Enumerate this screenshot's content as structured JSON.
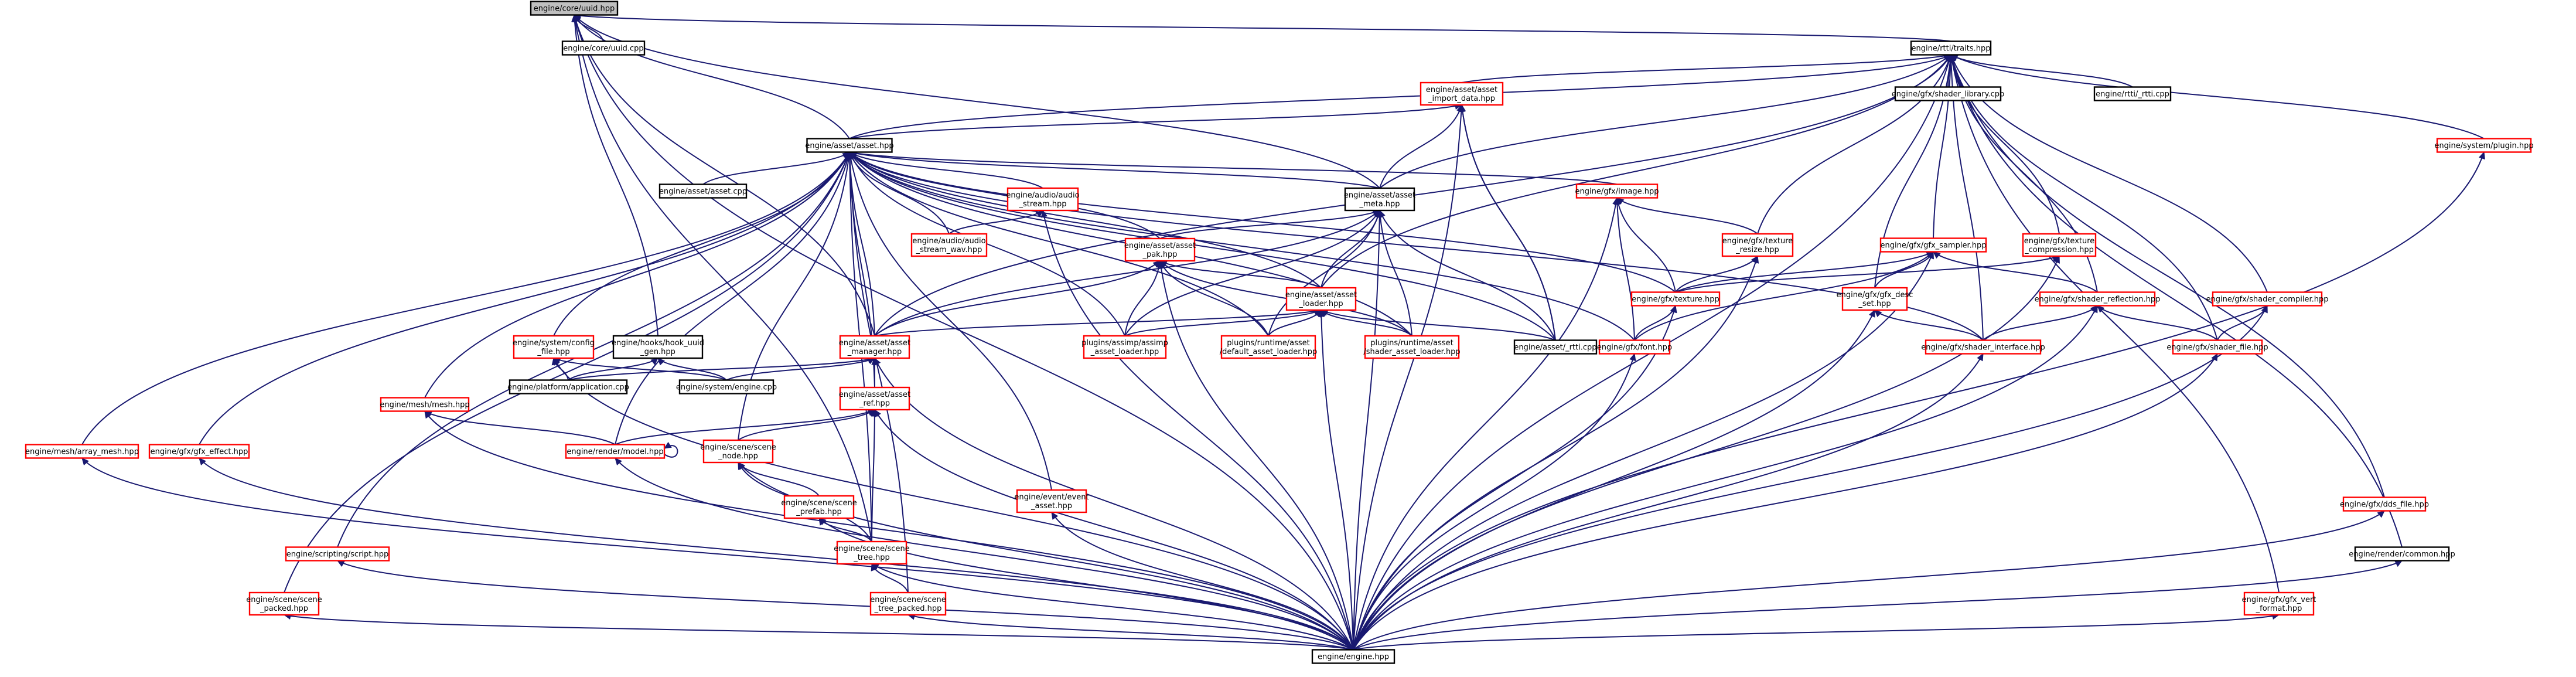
{
  "diagram": {
    "type": "include-dependency-graph",
    "root": "uuid",
    "colors": {
      "edge": "#191970",
      "incomplete_border": "#ff0000",
      "complete_border": "#000000",
      "root_fill": "#bfbfbf"
    },
    "nodes": [
      {
        "id": "uuid",
        "lines": [
          "engine/core/uuid.hpp"
        ],
        "status": "root"
      },
      {
        "id": "uuid_cpp",
        "lines": [
          "engine/core/uuid.cpp"
        ],
        "status": "complete"
      },
      {
        "id": "rtti_traits",
        "lines": [
          "engine/rtti/traits.hpp"
        ],
        "status": "complete"
      },
      {
        "id": "asset_import_data",
        "lines": [
          "engine/asset/asset",
          "_import_data.hpp"
        ],
        "status": "incomplete"
      },
      {
        "id": "shader_library",
        "lines": [
          "engine/gfx/shader_library.cpp"
        ],
        "status": "complete"
      },
      {
        "id": "rtti_cpp",
        "lines": [
          "engine/rtti/_rtti.cpp"
        ],
        "status": "complete"
      },
      {
        "id": "plugin",
        "lines": [
          "engine/system/plugin.hpp"
        ],
        "status": "incomplete"
      },
      {
        "id": "asset",
        "lines": [
          "engine/asset/asset.hpp"
        ],
        "status": "complete"
      },
      {
        "id": "asset_cpp",
        "lines": [
          "engine/asset/asset.cpp"
        ],
        "status": "complete"
      },
      {
        "id": "audio_stream",
        "lines": [
          "engine/audio/audio",
          "_stream.hpp"
        ],
        "status": "incomplete"
      },
      {
        "id": "audio_stream_wav",
        "lines": [
          "engine/audio/audio",
          "_stream_wav.hpp"
        ],
        "status": "incomplete"
      },
      {
        "id": "asset_meta",
        "lines": [
          "engine/asset/asset",
          "_meta.hpp"
        ],
        "status": "complete"
      },
      {
        "id": "gfx_image",
        "lines": [
          "engine/gfx/image.hpp"
        ],
        "status": "incomplete"
      },
      {
        "id": "gfx_texture_resize",
        "lines": [
          "engine/gfx/texture",
          "_resize.hpp"
        ],
        "status": "incomplete"
      },
      {
        "id": "gfx_sampler",
        "lines": [
          "engine/gfx/gfx_sampler.hpp"
        ],
        "status": "incomplete"
      },
      {
        "id": "gfx_texture_compression",
        "lines": [
          "engine/gfx/texture",
          "_compression.hpp"
        ],
        "status": "incomplete"
      },
      {
        "id": "asset_pak",
        "lines": [
          "engine/asset/asset",
          "_pak.hpp"
        ],
        "status": "incomplete"
      },
      {
        "id": "asset_loader",
        "lines": [
          "engine/asset/asset",
          "_loader.hpp"
        ],
        "status": "incomplete"
      },
      {
        "id": "gfx_texture",
        "lines": [
          "engine/gfx/texture.hpp"
        ],
        "status": "incomplete"
      },
      {
        "id": "gfx_desc_set",
        "lines": [
          "engine/gfx/gfx_desc",
          "_set.hpp"
        ],
        "status": "incomplete"
      },
      {
        "id": "shader_reflection",
        "lines": [
          "engine/gfx/shader_reflection.hpp"
        ],
        "status": "incomplete"
      },
      {
        "id": "shader_compiler",
        "lines": [
          "engine/gfx/shader_compiler.hpp"
        ],
        "status": "incomplete"
      },
      {
        "id": "system_config_file",
        "lines": [
          "engine/system/config",
          "_file.hpp"
        ],
        "status": "incomplete"
      },
      {
        "id": "hook_uuid_gen",
        "lines": [
          "engine/hooks/hook_uuid",
          "_gen.hpp"
        ],
        "status": "complete"
      },
      {
        "id": "asset_manager",
        "lines": [
          "engine/asset/asset",
          "_manager.hpp"
        ],
        "status": "incomplete"
      },
      {
        "id": "assimp_loader",
        "lines": [
          "plugins/assimp/assimp",
          "_asset_loader.hpp"
        ],
        "status": "incomplete"
      },
      {
        "id": "default_loader",
        "lines": [
          "plugins/runtime/asset",
          "/default_asset_loader.hpp"
        ],
        "status": "incomplete"
      },
      {
        "id": "shader_asset_loader",
        "lines": [
          "plugins/runtime/asset",
          "/shader_asset_loader.hpp"
        ],
        "status": "incomplete"
      },
      {
        "id": "asset_rtti",
        "lines": [
          "engine/asset/_rtti.cpp"
        ],
        "status": "complete"
      },
      {
        "id": "gfx_font",
        "lines": [
          "engine/gfx/font.hpp"
        ],
        "status": "incomplete"
      },
      {
        "id": "shader_interface",
        "lines": [
          "engine/gfx/shader_interface.hpp"
        ],
        "status": "incomplete"
      },
      {
        "id": "shader_file",
        "lines": [
          "engine/gfx/shader_file.hpp"
        ],
        "status": "incomplete"
      },
      {
        "id": "platform_application",
        "lines": [
          "engine/platform/application.cpp"
        ],
        "status": "complete"
      },
      {
        "id": "system_engine",
        "lines": [
          "engine/system/engine.cpp"
        ],
        "status": "complete"
      },
      {
        "id": "mesh",
        "lines": [
          "engine/mesh/mesh.hpp"
        ],
        "status": "incomplete"
      },
      {
        "id": "array_mesh",
        "lines": [
          "engine/mesh/array_mesh.hpp"
        ],
        "status": "incomplete"
      },
      {
        "id": "gfx_effect",
        "lines": [
          "engine/gfx/gfx_effect.hpp"
        ],
        "status": "incomplete"
      },
      {
        "id": "asset_ref",
        "lines": [
          "engine/asset/asset",
          "_ref.hpp"
        ],
        "status": "incomplete"
      },
      {
        "id": "render_model",
        "lines": [
          "engine/render/model.hpp"
        ],
        "status": "incomplete"
      },
      {
        "id": "scene_node",
        "lines": [
          "engine/scene/scene",
          "_node.hpp"
        ],
        "status": "incomplete"
      },
      {
        "id": "scene_prefab",
        "lines": [
          "engine/scene/scene",
          "_prefab.hpp"
        ],
        "status": "incomplete"
      },
      {
        "id": "scene_tree",
        "lines": [
          "engine/scene/scene",
          "_tree.hpp"
        ],
        "status": "incomplete"
      },
      {
        "id": "event_asset",
        "lines": [
          "engine/event/event",
          "_asset.hpp"
        ],
        "status": "incomplete"
      },
      {
        "id": "scripting_script",
        "lines": [
          "engine/scripting/script.hpp"
        ],
        "status": "incomplete"
      },
      {
        "id": "scene_packed",
        "lines": [
          "engine/scene/scene",
          "_packed.hpp"
        ],
        "status": "incomplete"
      },
      {
        "id": "scene_tree_packed",
        "lines": [
          "engine/scene/scene",
          "_tree_packed.hpp"
        ],
        "status": "incomplete"
      },
      {
        "id": "gfx_dds_file",
        "lines": [
          "engine/gfx/dds_file.hpp"
        ],
        "status": "incomplete"
      },
      {
        "id": "render_common",
        "lines": [
          "engine/render/common.hpp"
        ],
        "status": "complete"
      },
      {
        "id": "gfx_vert_format",
        "lines": [
          "engine/gfx/gfx_vert",
          "_format.hpp"
        ],
        "status": "incomplete"
      },
      {
        "id": "engine",
        "lines": [
          "engine/engine.hpp"
        ],
        "status": "complete"
      }
    ],
    "edges": [
      [
        "uuid_cpp",
        "uuid"
      ],
      [
        "rtti_traits",
        "uuid"
      ],
      [
        "asset",
        "uuid"
      ],
      [
        "asset_meta",
        "uuid"
      ],
      [
        "engine",
        "uuid"
      ],
      [
        "hook_uuid_gen",
        "uuid"
      ],
      [
        "scene_tree",
        "uuid"
      ],
      [
        "asset_manager",
        "uuid"
      ],
      [
        "asset_import_data",
        "rtti_traits"
      ],
      [
        "shader_library",
        "rtti_traits"
      ],
      [
        "rtti_cpp",
        "rtti_traits"
      ],
      [
        "plugin",
        "rtti_traits"
      ],
      [
        "asset",
        "rtti_traits"
      ],
      [
        "asset_meta",
        "rtti_traits"
      ],
      [
        "gfx_texture_resize",
        "rtti_traits"
      ],
      [
        "gfx_sampler",
        "rtti_traits"
      ],
      [
        "gfx_texture_compression",
        "rtti_traits"
      ],
      [
        "gfx_desc_set",
        "rtti_traits"
      ],
      [
        "shader_reflection",
        "rtti_traits"
      ],
      [
        "shader_compiler",
        "rtti_traits"
      ],
      [
        "shader_interface",
        "rtti_traits"
      ],
      [
        "shader_file",
        "rtti_traits"
      ],
      [
        "gfx_dds_file",
        "rtti_traits"
      ],
      [
        "render_common",
        "rtti_traits"
      ],
      [
        "gfx_vert_format",
        "rtti_traits"
      ],
      [
        "engine",
        "rtti_traits"
      ],
      [
        "asset_loader",
        "rtti_traits"
      ],
      [
        "asset_manager",
        "rtti_traits"
      ],
      [
        "asset",
        "asset_import_data"
      ],
      [
        "asset_meta",
        "asset_import_data"
      ],
      [
        "asset_rtti",
        "asset_import_data"
      ],
      [
        "engine",
        "asset_import_data"
      ],
      [
        "asset_cpp",
        "asset"
      ],
      [
        "audio_stream",
        "asset"
      ],
      [
        "audio_stream_wav",
        "asset"
      ],
      [
        "asset_meta",
        "asset"
      ],
      [
        "asset_pak",
        "asset"
      ],
      [
        "asset_loader",
        "asset"
      ],
      [
        "asset_manager",
        "asset"
      ],
      [
        "asset_ref",
        "asset"
      ],
      [
        "assimp_loader",
        "asset"
      ],
      [
        "default_loader",
        "asset"
      ],
      [
        "shader_asset_loader",
        "asset"
      ],
      [
        "asset_rtti",
        "asset"
      ],
      [
        "gfx_image",
        "asset"
      ],
      [
        "gfx_texture",
        "asset"
      ],
      [
        "gfx_font",
        "asset"
      ],
      [
        "shader_interface",
        "asset"
      ],
      [
        "system_config_file",
        "asset"
      ],
      [
        "mesh",
        "asset"
      ],
      [
        "array_mesh",
        "asset"
      ],
      [
        "gfx_effect",
        "asset"
      ],
      [
        "render_model",
        "asset"
      ],
      [
        "scene_tree",
        "asset"
      ],
      [
        "scene_packed",
        "asset"
      ],
      [
        "scripting_script",
        "asset"
      ],
      [
        "event_asset",
        "asset"
      ],
      [
        "scene_tree_packed",
        "asset"
      ],
      [
        "scene_node",
        "asset"
      ],
      [
        "audio_stream_wav",
        "audio_stream"
      ],
      [
        "engine",
        "audio_stream"
      ],
      [
        "asset_pak",
        "asset_meta"
      ],
      [
        "asset_loader",
        "asset_meta"
      ],
      [
        "asset_manager",
        "asset_meta"
      ],
      [
        "asset_rtti",
        "asset_meta"
      ],
      [
        "assimp_loader",
        "asset_meta"
      ],
      [
        "default_loader",
        "asset_meta"
      ],
      [
        "shader_asset_loader",
        "asset_meta"
      ],
      [
        "engine",
        "asset_meta"
      ],
      [
        "asset_loader",
        "asset_pak"
      ],
      [
        "asset_manager",
        "asset_pak"
      ],
      [
        "assimp_loader",
        "asset_pak"
      ],
      [
        "default_loader",
        "asset_pak"
      ],
      [
        "shader_asset_loader",
        "asset_pak"
      ],
      [
        "engine",
        "asset_pak"
      ],
      [
        "asset_manager",
        "asset_loader"
      ],
      [
        "assimp_loader",
        "asset_loader"
      ],
      [
        "default_loader",
        "asset_loader"
      ],
      [
        "shader_asset_loader",
        "asset_loader"
      ],
      [
        "asset_rtti",
        "asset_loader"
      ],
      [
        "engine",
        "asset_loader"
      ],
      [
        "gfx_texture_resize",
        "gfx_image"
      ],
      [
        "gfx_texture",
        "gfx_image"
      ],
      [
        "gfx_font",
        "gfx_image"
      ],
      [
        "engine",
        "gfx_image"
      ],
      [
        "gfx_texture",
        "gfx_texture_resize"
      ],
      [
        "engine",
        "gfx_texture_resize"
      ],
      [
        "gfx_texture",
        "gfx_sampler"
      ],
      [
        "gfx_desc_set",
        "gfx_sampler"
      ],
      [
        "shader_reflection",
        "gfx_sampler"
      ],
      [
        "engine",
        "gfx_sampler"
      ],
      [
        "gfx_font",
        "gfx_sampler"
      ],
      [
        "gfx_texture",
        "gfx_texture_compression"
      ],
      [
        "engine",
        "gfx_texture_compression"
      ],
      [
        "gfx_font",
        "gfx_texture"
      ],
      [
        "engine",
        "gfx_texture"
      ],
      [
        "shader_interface",
        "gfx_desc_set"
      ],
      [
        "engine",
        "gfx_desc_set"
      ],
      [
        "shader_interface",
        "shader_reflection"
      ],
      [
        "shader_file",
        "shader_reflection"
      ],
      [
        "engine",
        "shader_reflection"
      ],
      [
        "shader_file",
        "shader_compiler"
      ],
      [
        "engine",
        "shader_compiler"
      ],
      [
        "engine",
        "gfx_font"
      ],
      [
        "engine",
        "shader_interface"
      ],
      [
        "engine",
        "shader_file"
      ],
      [
        "platform_application",
        "system_config_file"
      ],
      [
        "system_engine",
        "system_config_file"
      ],
      [
        "engine",
        "system_config_file"
      ],
      [
        "platform_application",
        "hook_uuid_gen"
      ],
      [
        "system_engine",
        "hook_uuid_gen"
      ],
      [
        "asset_ref",
        "asset_manager"
      ],
      [
        "platform_application",
        "asset_manager"
      ],
      [
        "system_engine",
        "asset_manager"
      ],
      [
        "engine",
        "asset_manager"
      ],
      [
        "render_model",
        "asset_ref"
      ],
      [
        "scene_node",
        "asset_ref"
      ],
      [
        "scene_tree",
        "asset_ref"
      ],
      [
        "engine",
        "asset_ref"
      ],
      [
        "render_model",
        "mesh"
      ],
      [
        "engine",
        "mesh"
      ],
      [
        "engine",
        "array_mesh"
      ],
      [
        "engine",
        "gfx_effect"
      ],
      [
        "render_model",
        "render_model"
      ],
      [
        "engine",
        "render_model"
      ],
      [
        "scene_prefab",
        "scene_node"
      ],
      [
        "scene_tree",
        "scene_node"
      ],
      [
        "engine",
        "scene_node"
      ],
      [
        "scene_tree",
        "scene_prefab"
      ],
      [
        "engine",
        "scene_prefab"
      ],
      [
        "scene_tree_packed",
        "scene_tree"
      ],
      [
        "engine",
        "scene_tree"
      ],
      [
        "engine",
        "event_asset"
      ],
      [
        "engine",
        "scripting_script"
      ],
      [
        "engine",
        "scene_packed"
      ],
      [
        "engine",
        "scene_tree_packed"
      ],
      [
        "engine",
        "gfx_dds_file"
      ],
      [
        "engine",
        "render_common"
      ],
      [
        "engine",
        "gfx_vert_format"
      ],
      [
        "engine",
        "plugin"
      ],
      [
        "asset_rtti",
        "asset_import_data"
      ]
    ]
  }
}
